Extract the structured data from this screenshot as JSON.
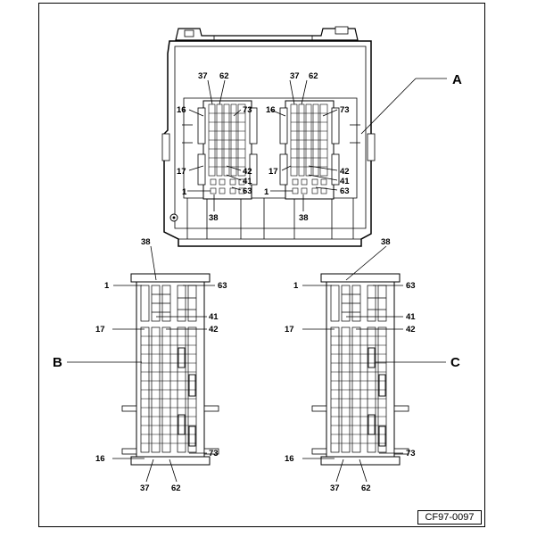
{
  "callouts": {
    "a": "A",
    "b": "B",
    "c": "C"
  },
  "pins": {
    "p1": "1",
    "p16": "16",
    "p17": "17",
    "p37": "37",
    "p38": "38",
    "p41": "41",
    "p42": "42",
    "p62": "62",
    "p63": "63",
    "p73": "73"
  },
  "reference": "CF97-0097"
}
